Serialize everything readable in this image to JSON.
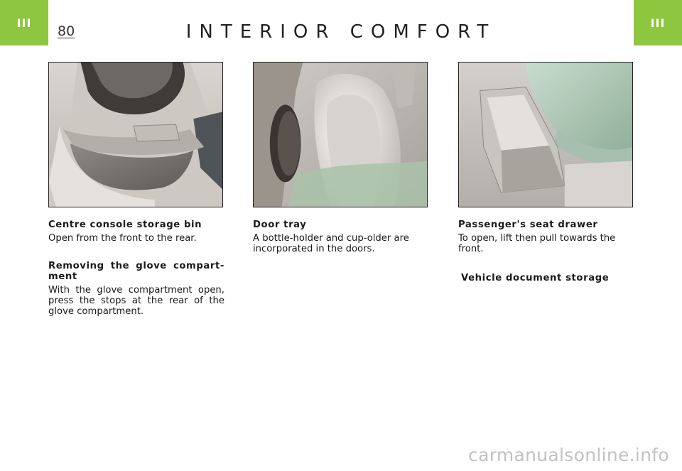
{
  "header": {
    "section_left": "III",
    "section_right": "III",
    "page_number": "80",
    "title": "INTERIOR COMFORT",
    "accent_color": "#8dc63f"
  },
  "columns": [
    {
      "items": [
        {
          "heading": "Centre console storage bin",
          "body": "Open from the front to the rear."
        },
        {
          "heading": "Removing the glove compart-ment",
          "body": "With the glove compartment open, press the stops at the rear of the glove compartment."
        }
      ]
    },
    {
      "items": [
        {
          "heading": "Door tray",
          "body": "A bottle-holder and cup-older are incorporated in the doors."
        }
      ]
    },
    {
      "items": [
        {
          "heading": "Passenger's seat drawer",
          "body": "To open, lift then pull towards the front."
        },
        {
          "heading": "Vehicle document storage"
        }
      ]
    }
  ],
  "watermark": "carmanualsonline.info"
}
